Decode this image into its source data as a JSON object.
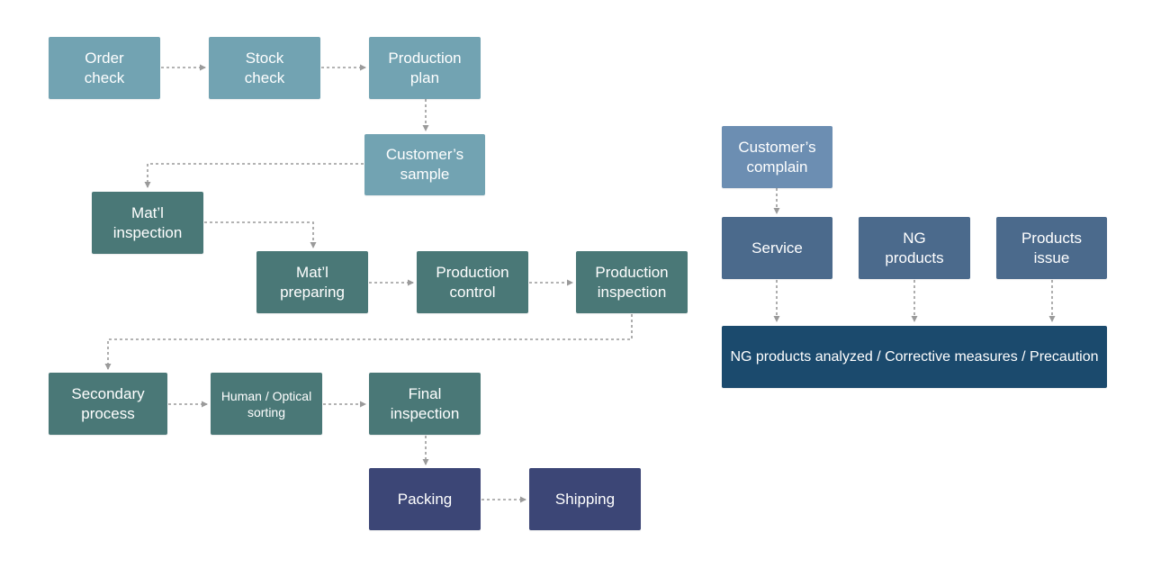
{
  "colors": {
    "light_teal": "#72a3b2",
    "dark_teal": "#4a7877",
    "navy": "#3c4676",
    "steel_blue": "#6c8eb2",
    "slate_blue": "#4b6a8c",
    "deep_navy": "#1b4a6d",
    "connector": "#9a9a9a"
  },
  "production_flow": {
    "order_check": "Order\ncheck",
    "stock_check": "Stock\ncheck",
    "production_plan": "Production\nplan",
    "customer_sample": "Customer’s\nsample",
    "matl_inspection": "Mat’l\ninspection",
    "matl_preparing": "Mat’l\npreparing",
    "production_control": "Production\ncontrol",
    "production_inspection": "Production\ninspection",
    "secondary_process": "Secondary\nprocess",
    "sorting": "Human / Optical\nsorting",
    "final_inspection": "Final\ninspection",
    "packing": "Packing",
    "shipping": "Shipping"
  },
  "complaint_flow": {
    "customer_complain": "Customer’s\ncomplain",
    "service": "Service",
    "ng_products": "NG\nproducts",
    "products_issue": "Products\nissue",
    "analysis": "NG products analyzed / Corrective measures / Precaution"
  }
}
